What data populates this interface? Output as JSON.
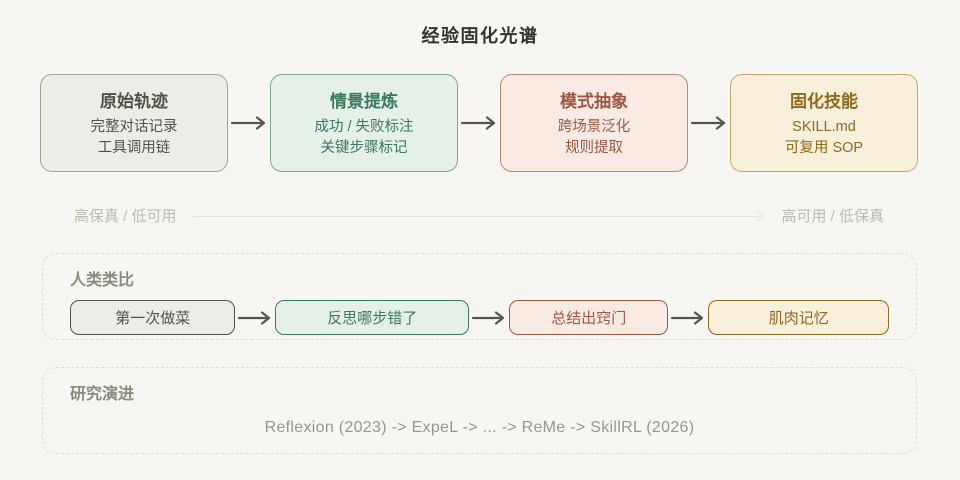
{
  "title": "经验固化光谱",
  "spectrum": {
    "stages": [
      {
        "title": "原始轨迹",
        "lines": [
          "完整对话记录",
          "工具调用链"
        ]
      },
      {
        "title": "情景提炼",
        "lines": [
          "成功 / 失败标注",
          "关键步骤标记"
        ]
      },
      {
        "title": "模式抽象",
        "lines": [
          "跨场景泛化",
          "规则提取"
        ]
      },
      {
        "title": "固化技能",
        "lines": [
          "SKILL.md",
          "可复用 SOP"
        ]
      }
    ],
    "axis": {
      "left_label": "高保真 / 低可用",
      "right_label": "高可用 / 低保真"
    }
  },
  "analogy": {
    "header": "人类类比",
    "items": [
      "第一次做菜",
      "反思哪步错了",
      "总结出窍门",
      "肌肉记忆"
    ]
  },
  "research": {
    "header": "研究演进",
    "timeline": "Reflexion (2023) -> ExpeL -> ... -> ReMe -> SkillRL (2026)"
  },
  "palette": {
    "page-bg": "#f7f6f2",
    "title-color": "#33322c",
    "arrow-color": "#57554d",
    "muted-color": "#8b897f",
    "faint-color": "#bcbab1",
    "faint-line": "#e3e1da",
    "panel-border": "#dcdad3",
    "timeline-color": "#98968d",
    "gray-bg": "#edece6",
    "gray-border": "#a4a398",
    "gray-text": "#53524a",
    "green-bg": "#e4f0e8",
    "green-border": "#7daa8f",
    "green-text": "#3a7a5b",
    "red-bg": "#faeae4",
    "red-border": "#bf8672",
    "red-text": "#9e5740",
    "gold-bg": "#f9f0db",
    "gold-border": "#c9a264",
    "gold-text": "#8e691e"
  }
}
